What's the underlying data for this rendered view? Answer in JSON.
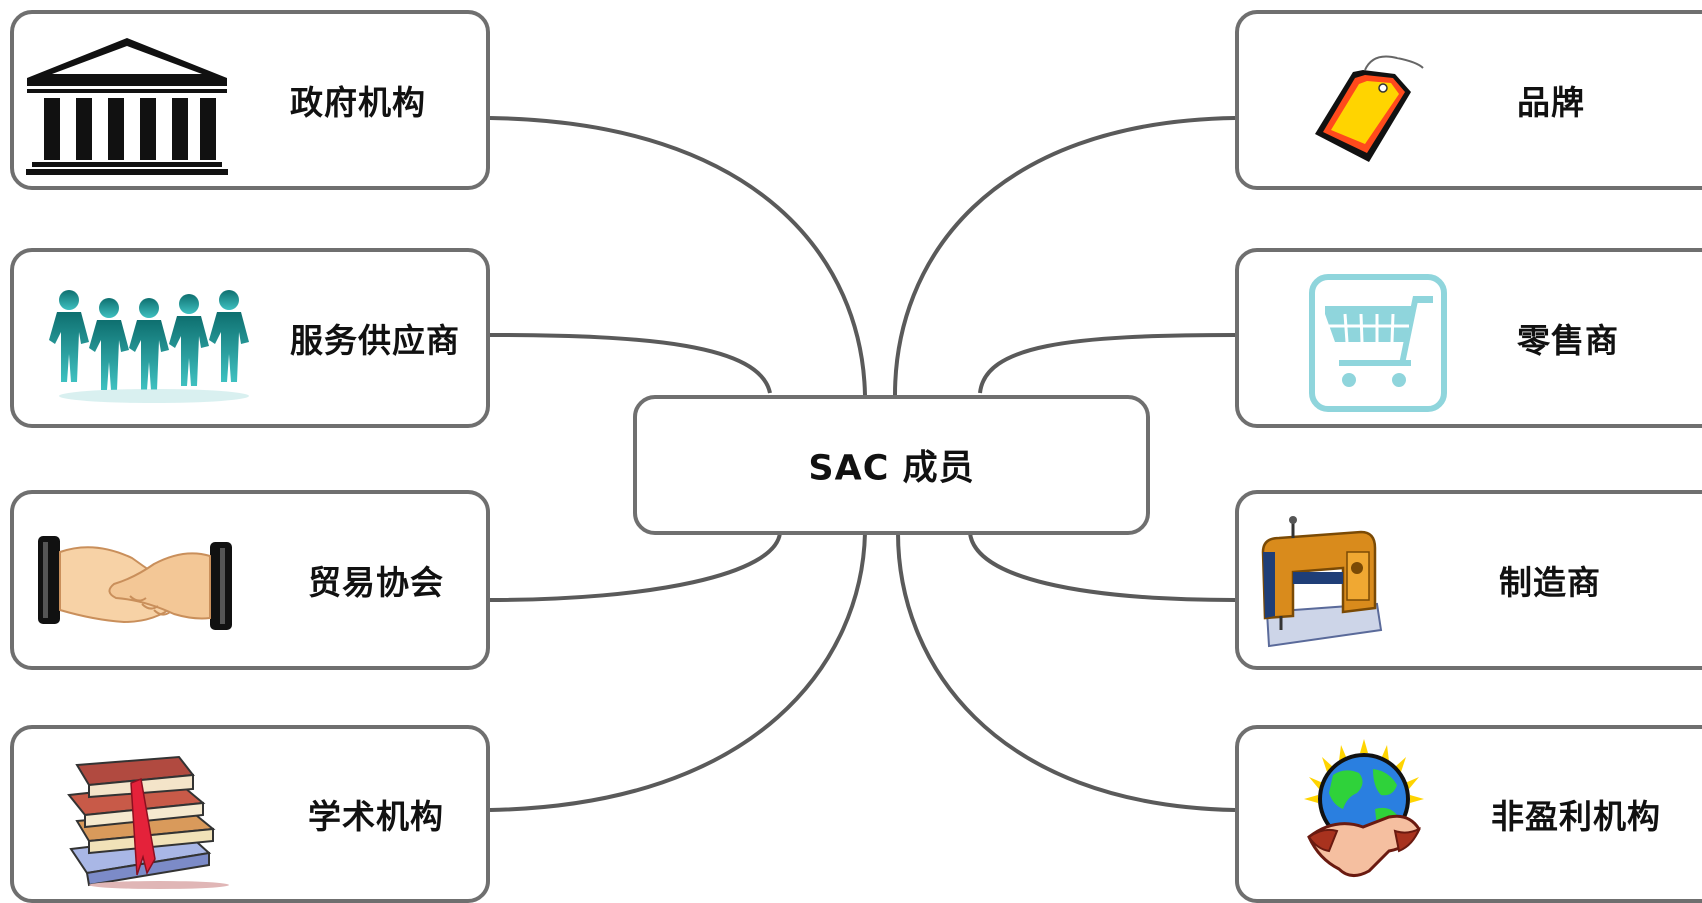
{
  "center": {
    "label": "SAC 成员"
  },
  "left_nodes": [
    {
      "label": "政府机构",
      "icon": "government-building-icon"
    },
    {
      "label": "服务供应商",
      "icon": "people-chain-icon"
    },
    {
      "label": "贸易协会",
      "icon": "handshake-icon"
    },
    {
      "label": "学术机构",
      "icon": "books-icon"
    }
  ],
  "right_nodes": [
    {
      "label": "品牌",
      "icon": "price-tag-icon"
    },
    {
      "label": "零售商",
      "icon": "shopping-cart-icon"
    },
    {
      "label": "制造商",
      "icon": "sewing-machine-icon"
    },
    {
      "label": "非盈利机构",
      "icon": "globe-handshake-icon"
    }
  ],
  "colors": {
    "border": "#6f6f6f",
    "connector": "#5a5a5a",
    "cart": "#8fd5dc",
    "tag": "#ffd400",
    "people": "#1a8d8d"
  }
}
